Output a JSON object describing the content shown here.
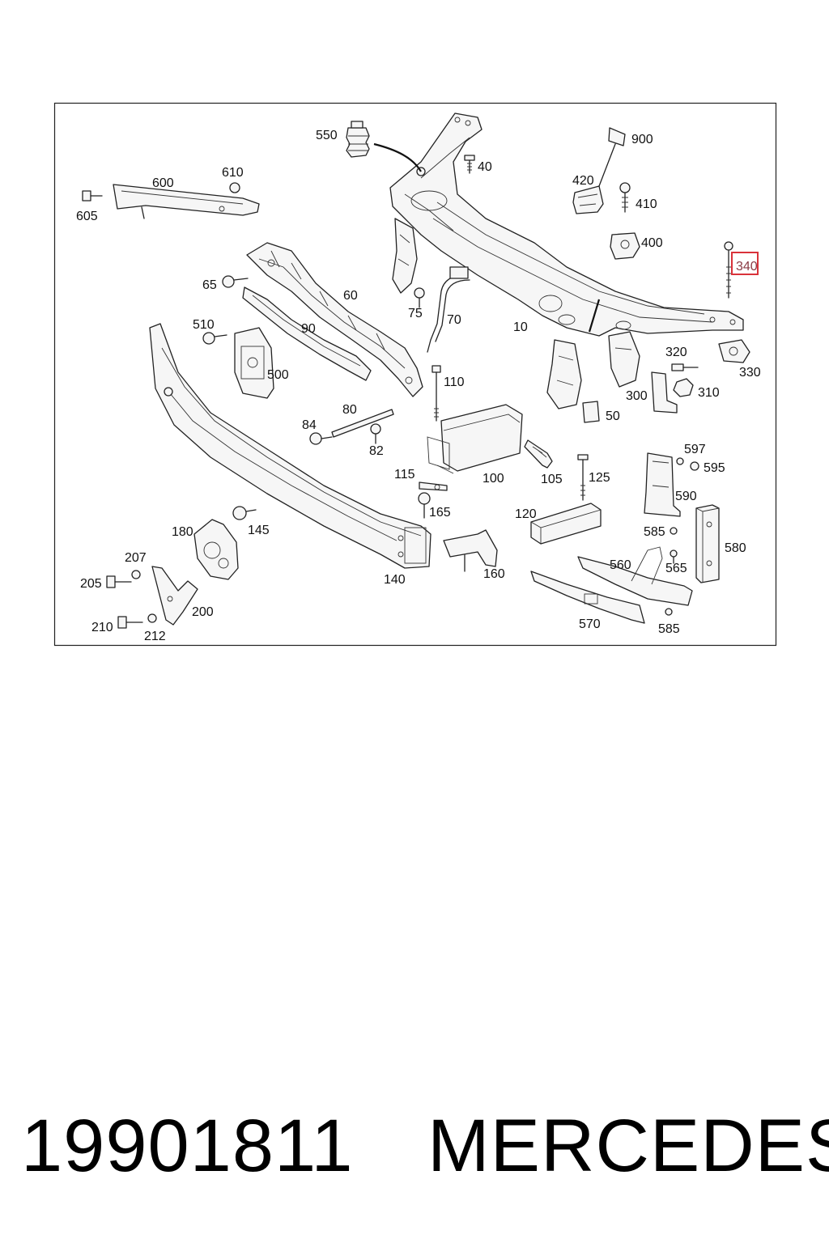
{
  "diagram": {
    "callouts": [
      "550",
      "40",
      "900",
      "420",
      "410",
      "600",
      "610",
      "605",
      "400",
      "340",
      "65",
      "60",
      "75",
      "70",
      "510",
      "90",
      "10",
      "320",
      "330",
      "500",
      "110",
      "310",
      "300",
      "50",
      "80",
      "84",
      "82",
      "597",
      "595",
      "115",
      "100",
      "105",
      "125",
      "165",
      "590",
      "120",
      "180",
      "145",
      "585",
      "580",
      "207",
      "560",
      "565",
      "205",
      "200",
      "140",
      "160",
      "210",
      "212",
      "570"
    ],
    "highlighted_callout": "340",
    "highlight_color": "#d9323a"
  },
  "footer": {
    "part_number": "19901811",
    "brand": "MERCEDES"
  }
}
